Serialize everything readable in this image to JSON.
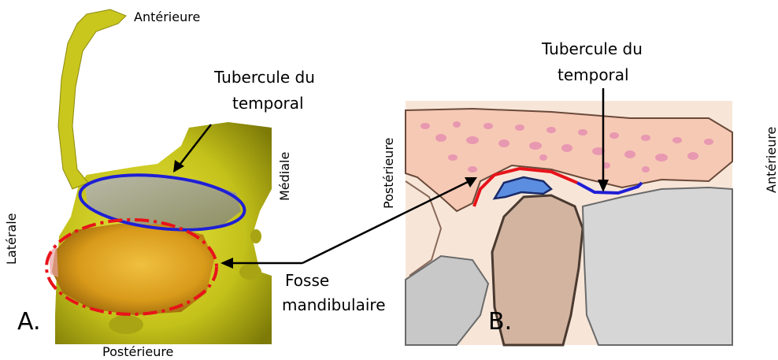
{
  "panelA": {
    "letter": "A.",
    "anterior": "Antérieure",
    "posterior": "Postérieure",
    "medial": "Médiale",
    "lateral": "Latérale"
  },
  "panelB": {
    "letter": "B.",
    "posterior": "Postérieure",
    "anterior": "Antérieure"
  },
  "labels": {
    "tubercle_A_line1": "Tubercule du",
    "tubercle_A_line2": "temporal",
    "tubercle_B_line1": "Tubercule du",
    "tubercle_B_line2": "temporal",
    "fossa_line1": "Fosse",
    "fossa_line2": "mandibulaire"
  },
  "colors": {
    "tubercle_outline": "#1f1fd6",
    "fossa_outline": "#e8131a",
    "bone_yellow": "#c8c41a",
    "fossa_orange": "#d99a1a",
    "disc_blue": "#5b8ee0"
  }
}
